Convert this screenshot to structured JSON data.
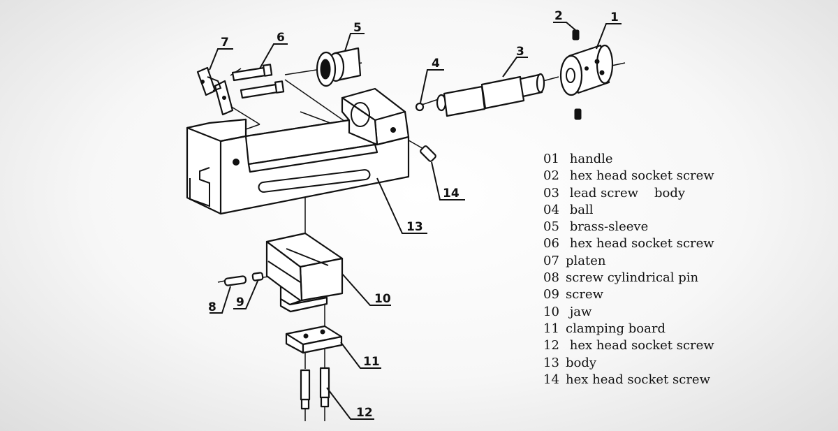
{
  "callouts": [
    "1",
    "2",
    "3",
    "4",
    "5",
    "6",
    "7",
    "8",
    "9",
    "10",
    "11",
    "12",
    "13",
    "14"
  ],
  "legend": [
    {
      "num": "01",
      "label": " handle"
    },
    {
      "num": "02",
      "label": " hex head socket screw"
    },
    {
      "num": "03",
      "label": " lead screw    body"
    },
    {
      "num": "04",
      "label": " ball"
    },
    {
      "num": "05",
      "label": " brass-sleeve"
    },
    {
      "num": "06",
      "label": " hex head socket screw"
    },
    {
      "num": "07",
      "label": "platen"
    },
    {
      "num": "08",
      "label": "screw cylindrical pin"
    },
    {
      "num": "09",
      "label": "screw"
    },
    {
      "num": "10",
      "label": " jaw"
    },
    {
      "num": "11",
      "label": "clamping board"
    },
    {
      "num": "12",
      "label": " hex head socket screw"
    },
    {
      "num": "13",
      "label": "body"
    },
    {
      "num": "14",
      "label": "hex head socket screw"
    }
  ]
}
